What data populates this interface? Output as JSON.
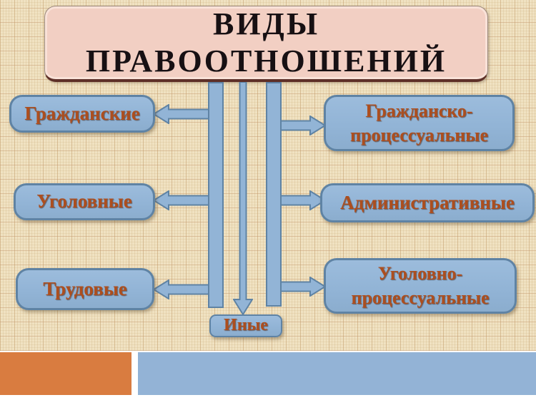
{
  "title": {
    "label": "ВИДЫ\nПРАВООТНОШЕНИЙ"
  },
  "diagram": {
    "left_nodes": [
      {
        "label": "Гражданские"
      },
      {
        "label": "Уголовные"
      },
      {
        "label": "Трудовые"
      }
    ],
    "right_nodes": [
      {
        "label": "Гражданско-\nпроцессуальные"
      },
      {
        "label": "Административные"
      },
      {
        "label": "Уголовно-\nпроцессуальные"
      }
    ],
    "other_node": {
      "label": "Иные"
    }
  },
  "colors": {
    "bg_paper": "#f0e2c2",
    "title_fill": "#f2cfc3",
    "title_text": "#171013",
    "node_fill": "#92b4d6",
    "node_border": "#5f83a4",
    "text_rust": "#ad4e1e",
    "footer_orange": "#d97c40",
    "footer_blue": "#93b3d6"
  }
}
